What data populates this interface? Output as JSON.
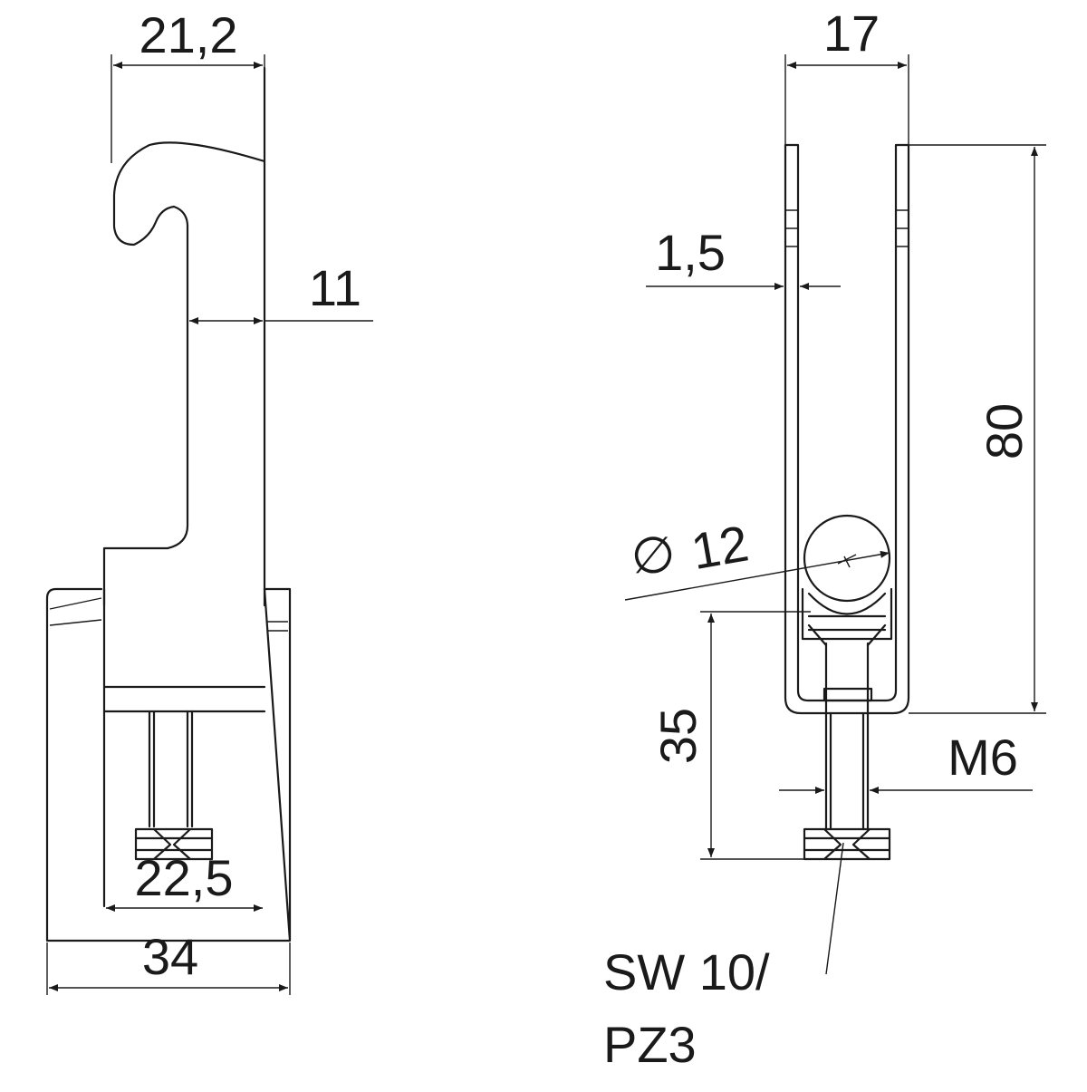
{
  "colors": {
    "line": "#1a1a1a",
    "background": "#ffffff"
  },
  "side_view": {
    "dims": {
      "top_width": "21,2",
      "shank": "11",
      "inner_width": "22,5",
      "base_width": "34"
    }
  },
  "front_view": {
    "dims": {
      "top_width": "17",
      "wall": "1,5",
      "height": "80",
      "diameter_symbol": "∅",
      "diameter": "12",
      "screw_length": "35",
      "thread": "M6",
      "drive_line1": "SW 10/",
      "drive_line2": "PZ3"
    }
  }
}
